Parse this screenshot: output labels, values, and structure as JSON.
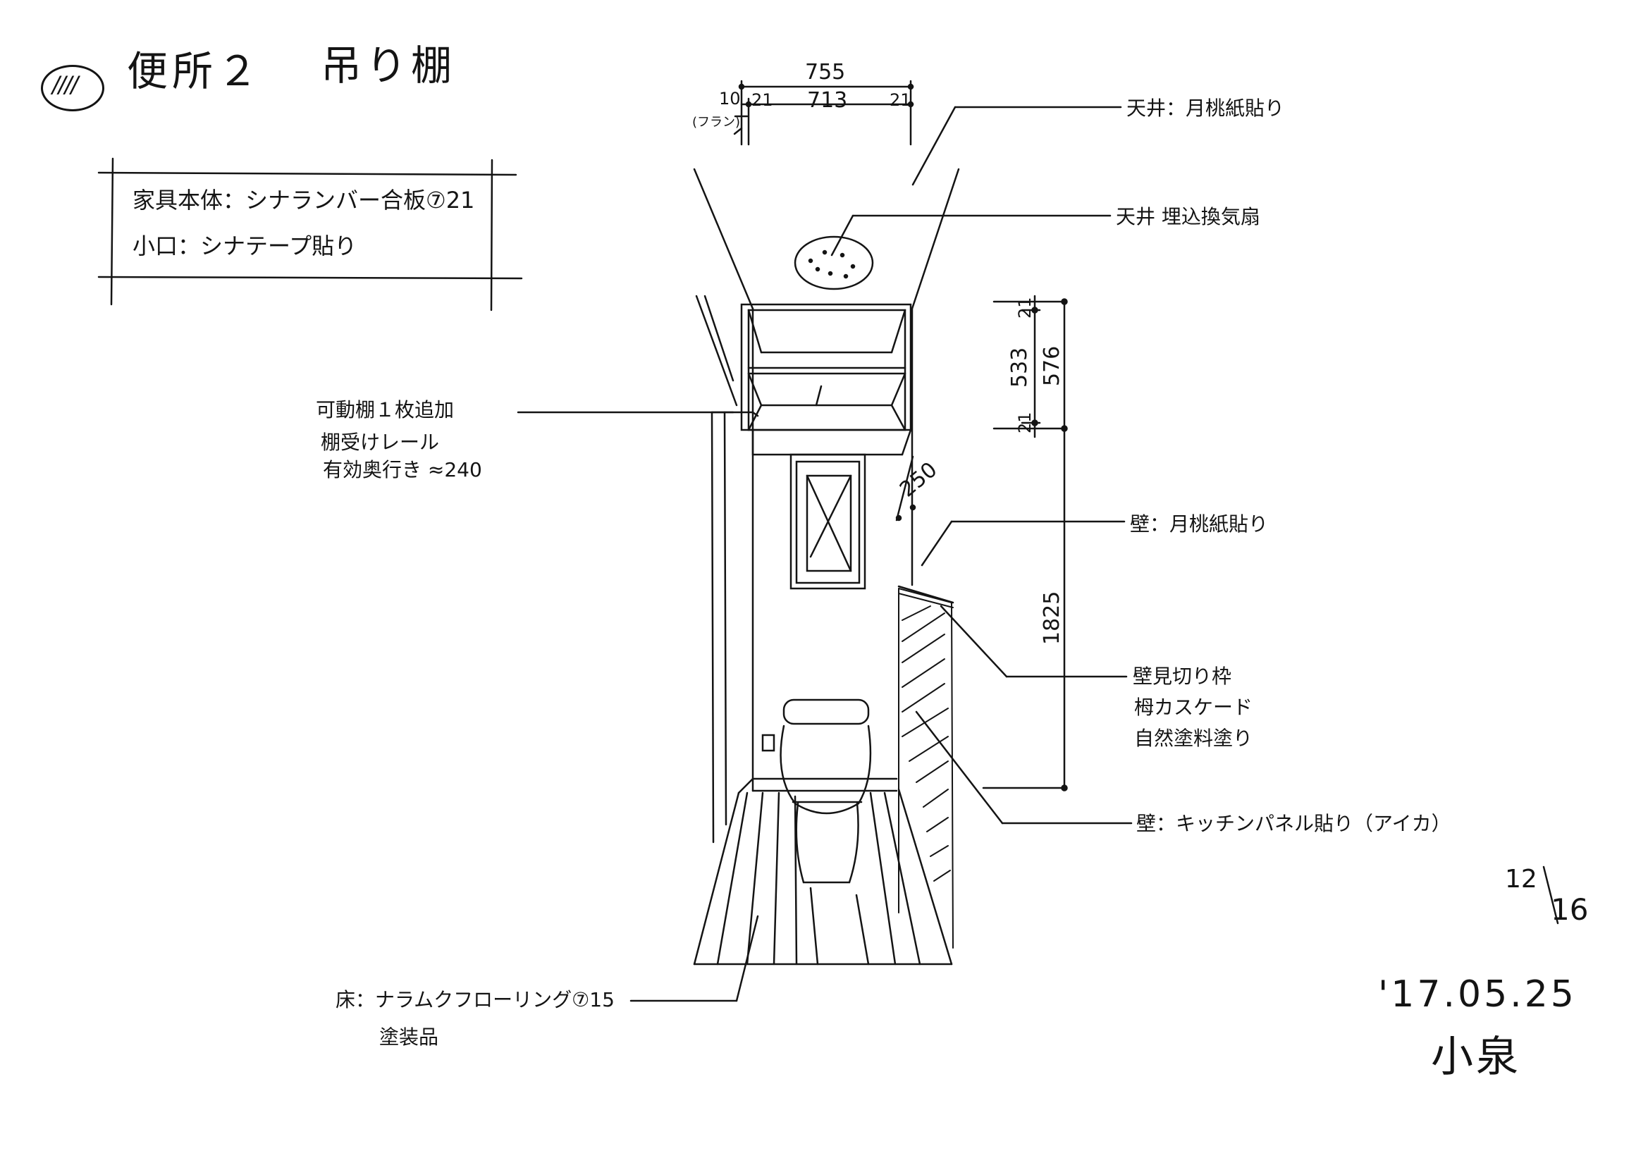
{
  "title": {
    "number_mark": "////",
    "room": "便所２",
    "item": "吊り棚"
  },
  "spec_box": {
    "line1": "家具本体：シナランバー合板⑦21",
    "line2": "小口：シナテープ貼り"
  },
  "dimensions_top": {
    "overall": "755",
    "flange": "10",
    "flange_note": "(フラン)",
    "left_side": "21",
    "inner": "713",
    "right_side": "21"
  },
  "dimensions_right": {
    "top_board": "21",
    "inner_height": "533",
    "cabinet_height": "576",
    "bottom_board": "21",
    "floor_to_cabinet": "1825"
  },
  "depth_note": "250",
  "notes": {
    "ceiling": "天井：月桃紙貼り",
    "fan": "天井 埋込換気扇",
    "shelf_line1": "可動棚１枚追加",
    "shelf_line2": "棚受けレール",
    "shelf_line3": "有効奥行き ≈240",
    "wall1": "壁：月桃紙貼り",
    "frame_line1": "壁見切り枠",
    "frame_line2": "栂カスケード",
    "frame_line3": "自然塗料塗り",
    "wall2": "壁：キッチンパネル貼り（アイカ）",
    "floor_line1": "床：ナラムクフローリング⑦15",
    "floor_line2": "塗装品"
  },
  "date_mark": {
    "numerator": "12",
    "denominator": "16"
  },
  "signature": {
    "date": "'17.05.25",
    "name": "小泉"
  }
}
